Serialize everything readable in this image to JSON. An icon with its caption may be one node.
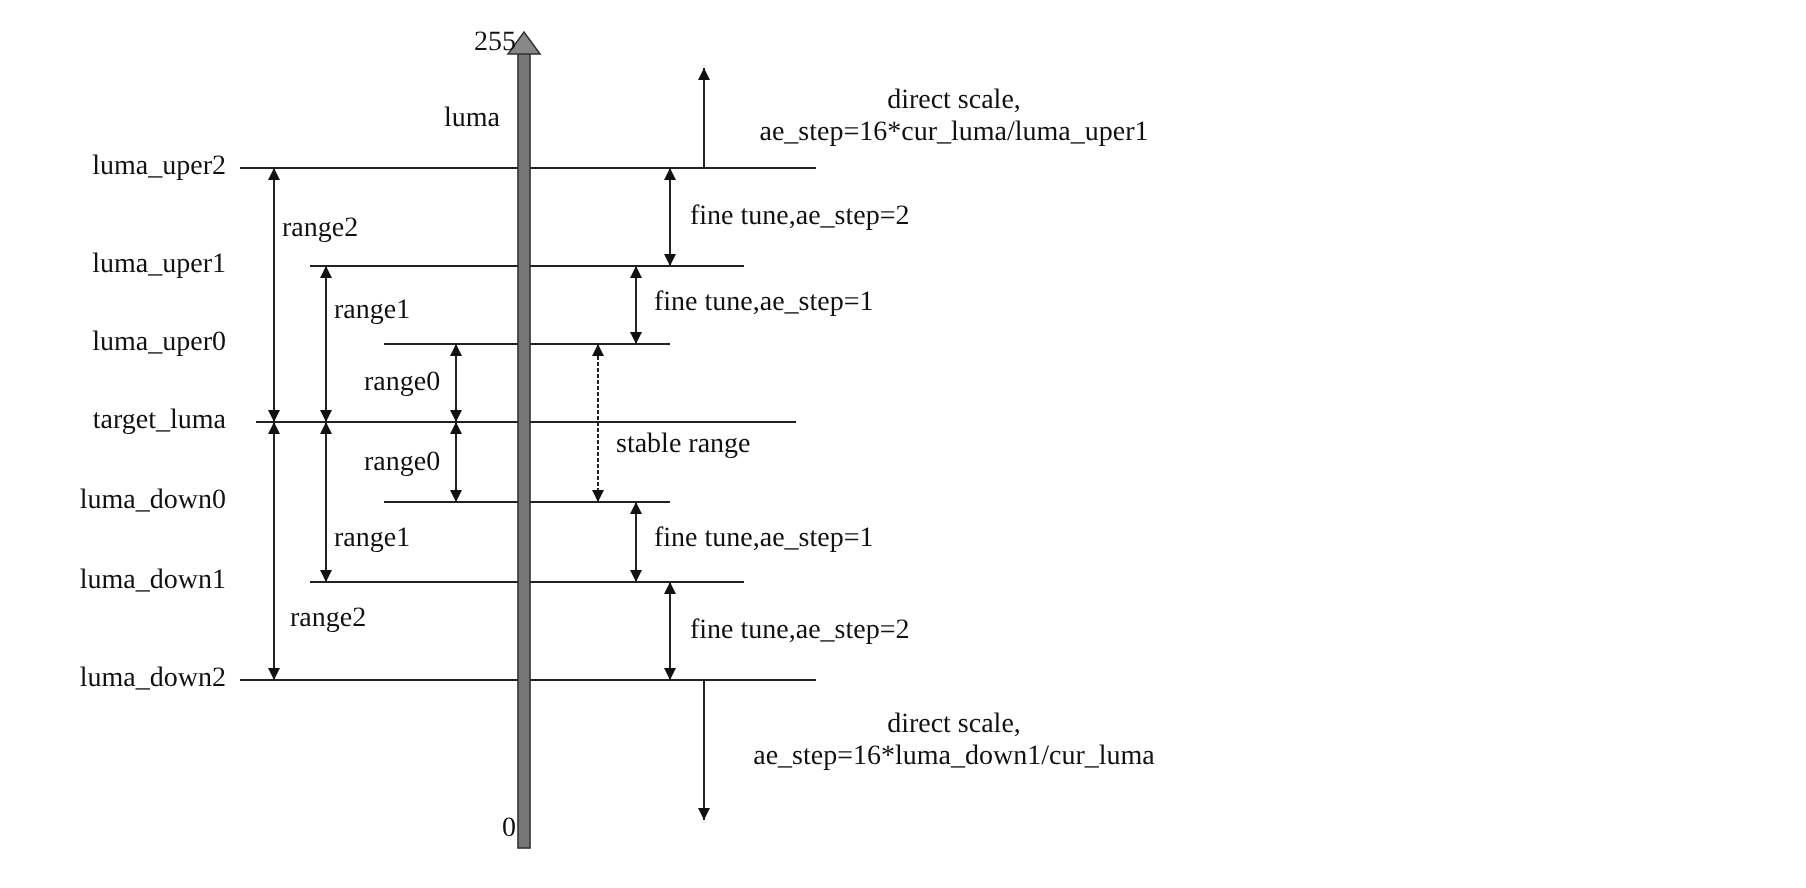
{
  "diagram": {
    "labels": [
      "255",
      "luma",
      "direct scale, ae_step=16*cur_luma/luma_uper1",
      "luma_uper2",
      "fine tune,ae_step=2",
      "range2",
      "luma_uper1",
      "range1",
      "fine tune,ae_step=1",
      "luma_uper0",
      "range0",
      "target_luma",
      "stable range",
      "range0",
      "luma_down0",
      "fine tune,ae_step=1",
      "range1",
      "luma_down1",
      "range2",
      "fine tune,ae_step=2",
      "luma_down2",
      "direct scale, ae_step=16*luma_down1/cur_luma",
      "0"
    ]
  }
}
